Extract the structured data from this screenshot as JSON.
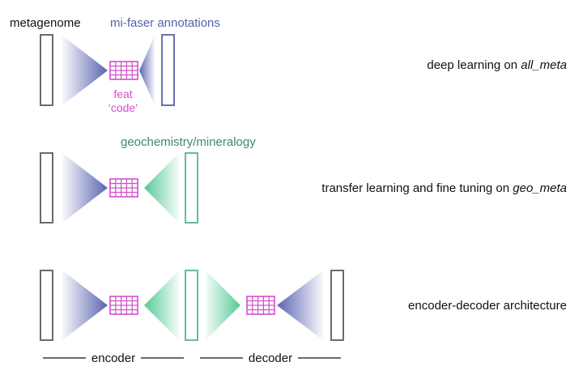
{
  "labels": {
    "metagenome": "metagenome",
    "mifaser": "mi-faser annotations",
    "feat_line1": "feat",
    "feat_line2": "‘code’",
    "geochem": "geochemistry/mineralogy",
    "encoder": "encoder",
    "decoder": "decoder"
  },
  "rows": [
    {
      "text_plain": "deep learning on ",
      "text_italic": "all_meta"
    },
    {
      "text_plain": "transfer learning and fine tuning on ",
      "text_italic": "geo_meta"
    },
    {
      "text_plain": "encoder-decoder architecture",
      "text_italic": ""
    }
  ],
  "colors": {
    "black": "#111111",
    "gray_box": "#6b6b6b",
    "blue_label": "#5561a8",
    "blue_box": "#6670b4",
    "blue_tri": "#5a64b0",
    "green_label": "#3d8a67",
    "green_box": "#5fbf95",
    "green_tri": "#56c995",
    "magenta": "#d44fcc"
  }
}
